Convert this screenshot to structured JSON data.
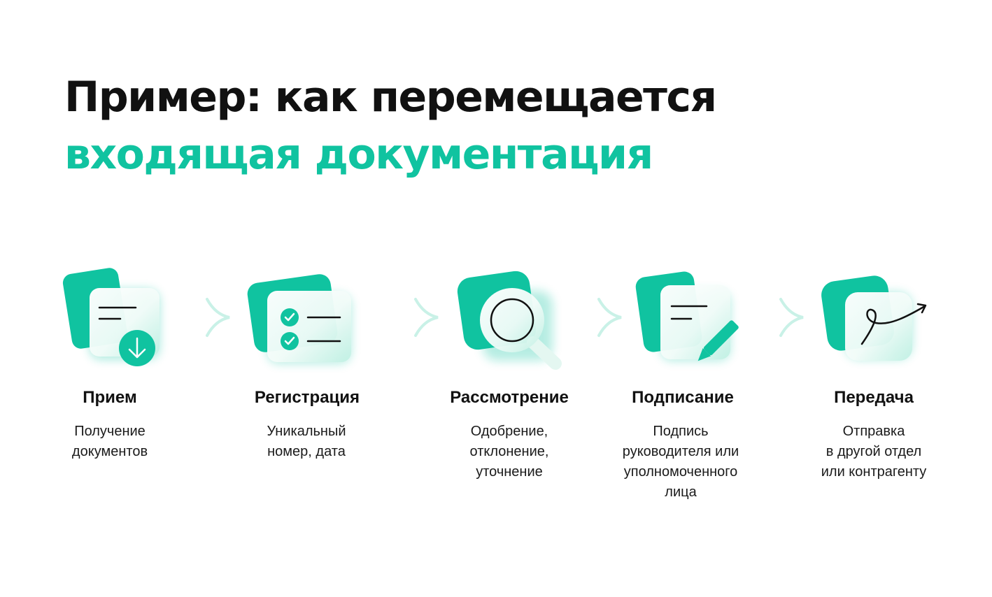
{
  "title": {
    "line1": "Пример: как перемещается",
    "line2": "входящая документация"
  },
  "colors": {
    "accent": "#10c3a0",
    "accent_light": "#c9f1e7",
    "text": "#111111"
  },
  "steps": [
    {
      "title": "Прием",
      "desc": [
        "Получение",
        "документов"
      ],
      "icon": "document-download-icon"
    },
    {
      "title": "Регистрация",
      "desc": [
        "Уникальный",
        "номер, дата"
      ],
      "icon": "checklist-icon"
    },
    {
      "title": "Рассмотрение",
      "desc": [
        "Одобрение,",
        "отклонение,",
        "уточнение"
      ],
      "icon": "magnifier-icon"
    },
    {
      "title": "Подписание",
      "desc": [
        "Подпись",
        "руководителя или",
        "уполномоченного",
        "лица"
      ],
      "icon": "document-pen-icon"
    },
    {
      "title": "Передача",
      "desc": [
        "Отправка",
        "в другой отдел",
        "или контрагенту"
      ],
      "icon": "send-arrow-icon"
    }
  ]
}
